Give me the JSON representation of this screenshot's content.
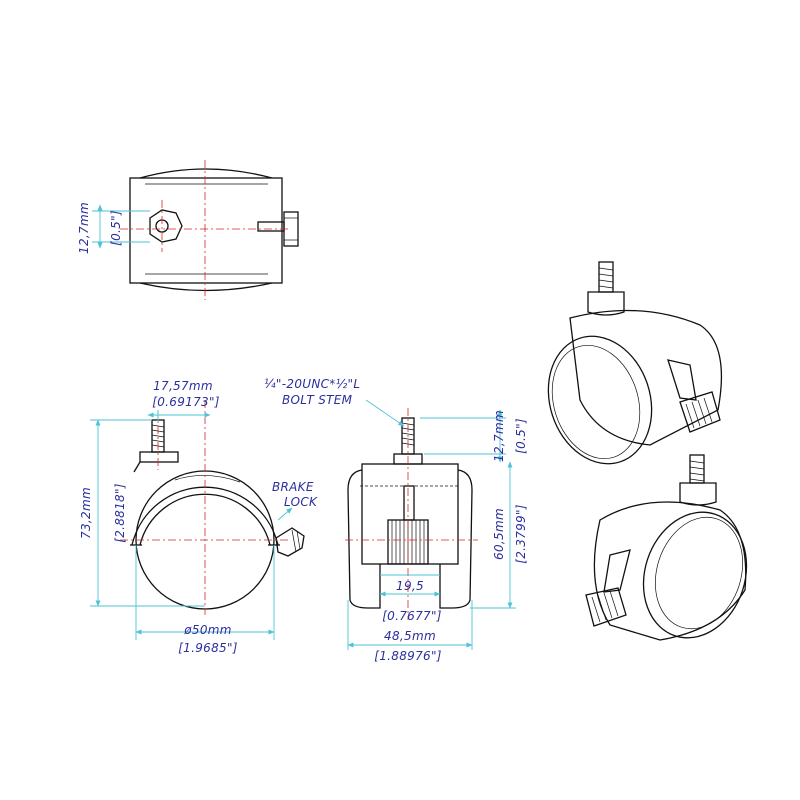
{
  "top_view": {
    "dim_mm": "12,7mm",
    "dim_in": "[0.5\"]"
  },
  "front_view": {
    "stem_offset_mm": "17,57mm",
    "stem_offset_in": "[0.69173\"]",
    "height_mm": "73,2mm",
    "height_in": "[2.8818\"]",
    "diameter_mm": "ø50mm",
    "diameter_in": "[1.9685\"]",
    "brake_line1": "BRAKE",
    "brake_line2": "LOCK"
  },
  "side_view": {
    "stem_spec_line1": "¼\"-20UNC*½\"L",
    "stem_spec_line2": "BOLT STEM",
    "stem_len_mm": "12,7mm",
    "stem_len_in": "[0.5\"]",
    "body_h_mm": "60,5mm",
    "body_h_in": "[2.3799\"]",
    "gap_mm": "19,5",
    "gap_in": "[0.7677\"]",
    "width_mm": "48,5mm",
    "width_in": "[1.88976\"]"
  },
  "colors": {
    "dimension_text": "#2b2f9e",
    "dimension_line": "#4cc3d6",
    "center_line": "#d9252b",
    "object_line": "#111111"
  }
}
